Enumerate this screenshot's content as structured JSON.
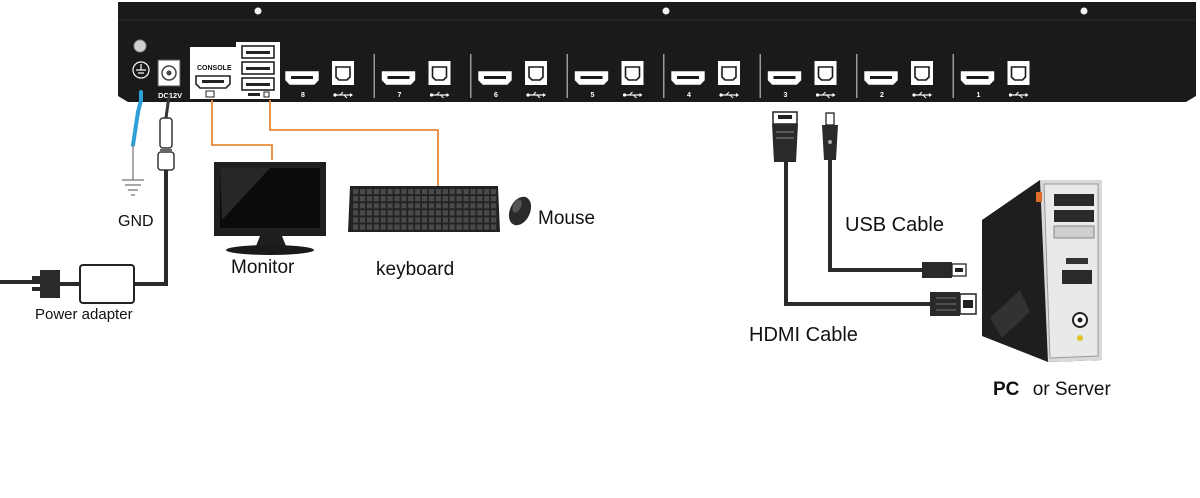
{
  "labels": {
    "gnd": "GND",
    "power_adapter": "Power adapter",
    "monitor": "Monitor",
    "keyboard": "keyboard",
    "mouse": "Mouse",
    "usb_cable": "USB Cable",
    "hdmi_cable": "HDMI Cable",
    "pc_bold": "PC",
    "pc_rest": "or  Server"
  },
  "device": {
    "console_label": "CONSOLE",
    "dc_label": "DC12V",
    "ports": [
      "8",
      "7",
      "6",
      "5",
      "4",
      "3",
      "2",
      "1"
    ]
  },
  "colors": {
    "device_body": "#1a1a1a",
    "console_wire": "#e8893a",
    "ground_wire": "#2f9fd8",
    "cable": "#2a2a2a"
  }
}
